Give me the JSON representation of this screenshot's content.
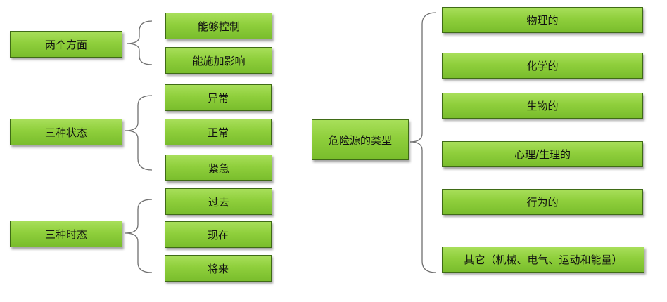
{
  "left": {
    "groups": [
      {
        "label": "两个方面",
        "items": [
          "能够控制",
          "能施加影响"
        ]
      },
      {
        "label": "三种状态",
        "items": [
          "异常",
          "正常",
          "紧急"
        ]
      },
      {
        "label": "三种时态",
        "items": [
          "过去",
          "现在",
          "将来"
        ]
      }
    ]
  },
  "right": {
    "center": "危险源的类型",
    "items": [
      "物理的",
      "化学的",
      "生物的",
      "心理/生理的",
      "行为的",
      "其它（机械、电气、运动和能量）"
    ]
  }
}
